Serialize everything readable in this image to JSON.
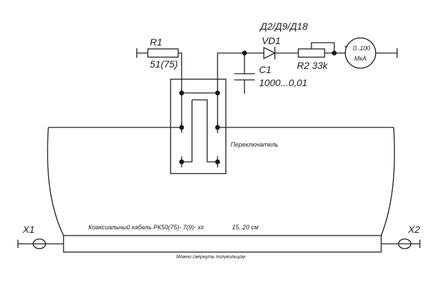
{
  "labels": {
    "r1": "R1",
    "r1_value": "51(75)",
    "diodes": "Д2/Д9/Д18",
    "vd1": "VD1",
    "c1": "C1",
    "c1_value": "1000...0,01",
    "r2": "R2 33k",
    "meter_plus": "+",
    "meter_range": "0..100",
    "meter_unit": "МкА",
    "switch": "Переключатель",
    "x1": "X1",
    "x2": "X2",
    "cable": "Коаксиальный кабель РК50(75)- 7(9)- хх",
    "cable_length": "15..20 см",
    "cable_note": "Можно свернуть полукольцом"
  }
}
